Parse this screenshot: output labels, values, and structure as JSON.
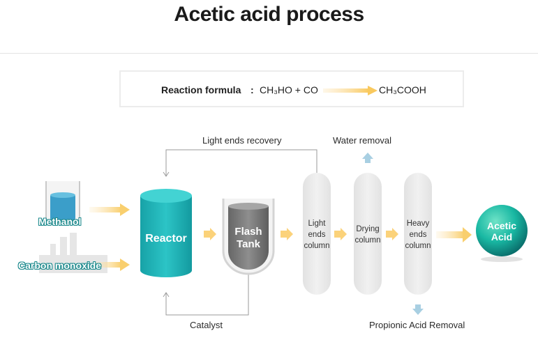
{
  "title": "Acetic acid process",
  "formula": {
    "label": "Reaction formula",
    "separator": ":",
    "reactants": "CH₃HO + CO",
    "product": "CH₃COOH"
  },
  "inputs": {
    "methanol": "Methanol",
    "carbon_monoxide": "Carbon monoxide"
  },
  "units": {
    "reactor": "Reactor",
    "flash_tank_line1": "Flash",
    "flash_tank_line2": "Tank",
    "light_ends_column": [
      "Light",
      "ends",
      "column"
    ],
    "drying_column": [
      "Drying",
      "column"
    ],
    "heavy_ends_column": [
      "Heavy",
      "ends",
      "column"
    ]
  },
  "product": {
    "line1": "Acetic",
    "line2": "Acid"
  },
  "streams": {
    "light_ends_recovery": "Light ends recovery",
    "catalyst": "Catalyst",
    "water_removal": "Water removal",
    "propionic_acid_removal": "Propionic Acid Removal"
  },
  "colors": {
    "teal": "#1fb7bb",
    "arrow_yellow": "#fbd27a",
    "column_gray": "#ebebeb",
    "up_down_arrow": "#a8cfe2",
    "flash_gray": "#7a7a7a"
  }
}
